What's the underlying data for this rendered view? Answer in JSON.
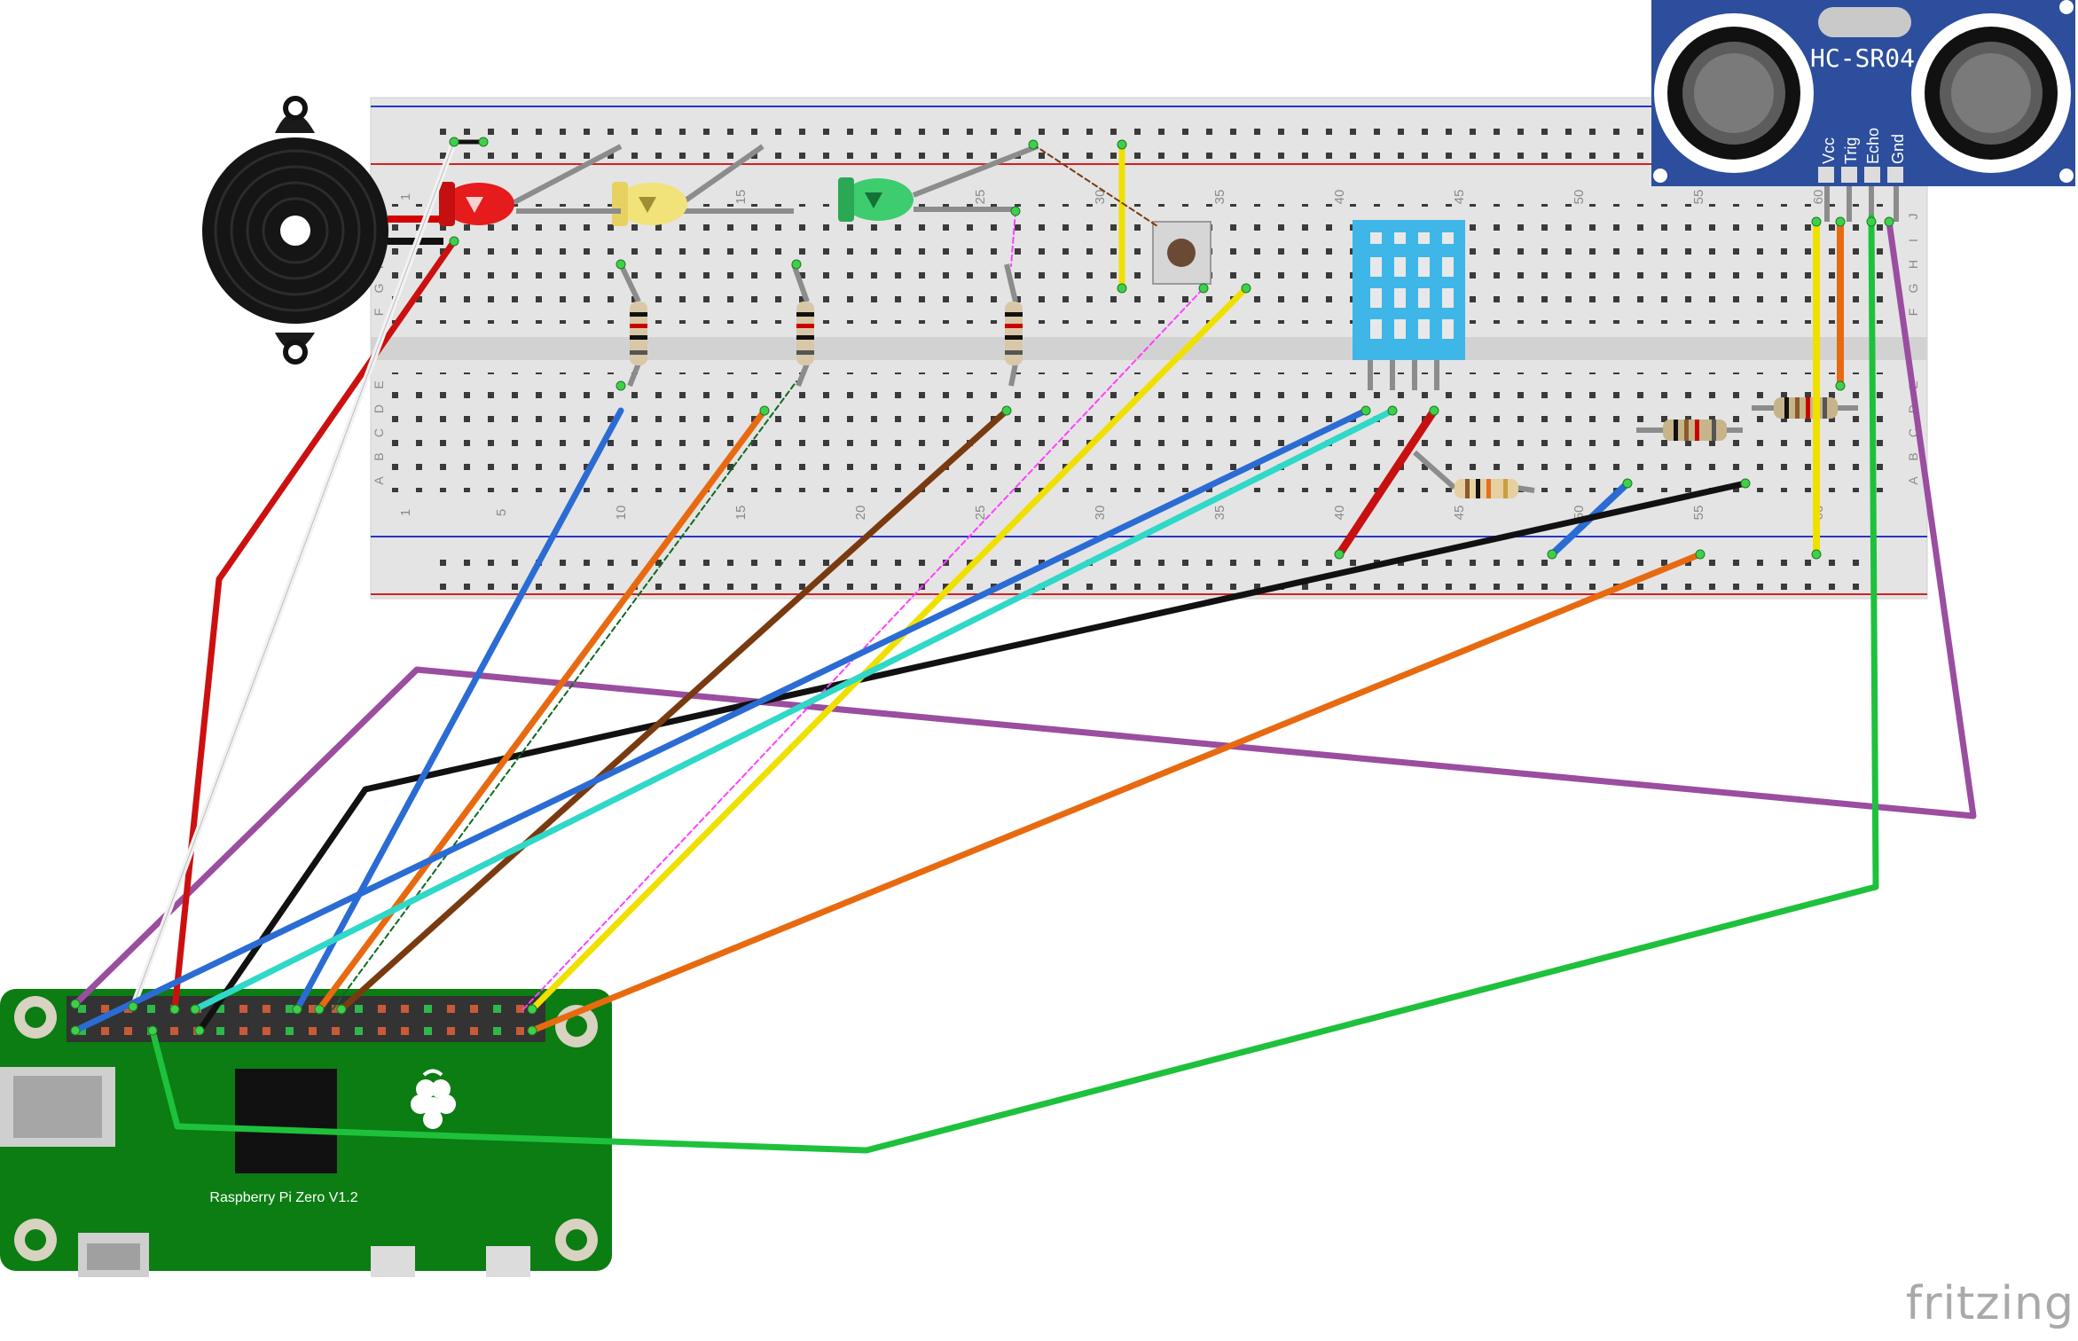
{
  "labels": {
    "pi_board": "Raspberry Pi Zero V1.2",
    "sensor_model": "HC-SR04",
    "sensor_pins": [
      "Vcc",
      "Trig",
      "Echo",
      "Gnd"
    ],
    "watermark": "fritzing"
  },
  "breadboard": {
    "column_numbers": [
      "1",
      "5",
      "10",
      "15",
      "20",
      "25",
      "30",
      "35",
      "40",
      "45",
      "50",
      "55",
      "60"
    ],
    "row_letters_top": [
      "J",
      "I",
      "H",
      "G",
      "F"
    ],
    "row_letters_bottom": [
      "E",
      "D",
      "C",
      "B",
      "A"
    ]
  },
  "colors": {
    "board_green": "#0b7d12",
    "sensor_blue": "#2c4e9c",
    "dht_cyan": "#3fb6e8",
    "breadboard": "#e6e6e6",
    "rail_red": "#d42020",
    "rail_blue": "#2030c0"
  },
  "wire_colors": [
    "red",
    "white",
    "black",
    "purple",
    "blue",
    "cyan",
    "orange",
    "brown",
    "yellow",
    "green",
    "pink",
    "dark-green"
  ]
}
